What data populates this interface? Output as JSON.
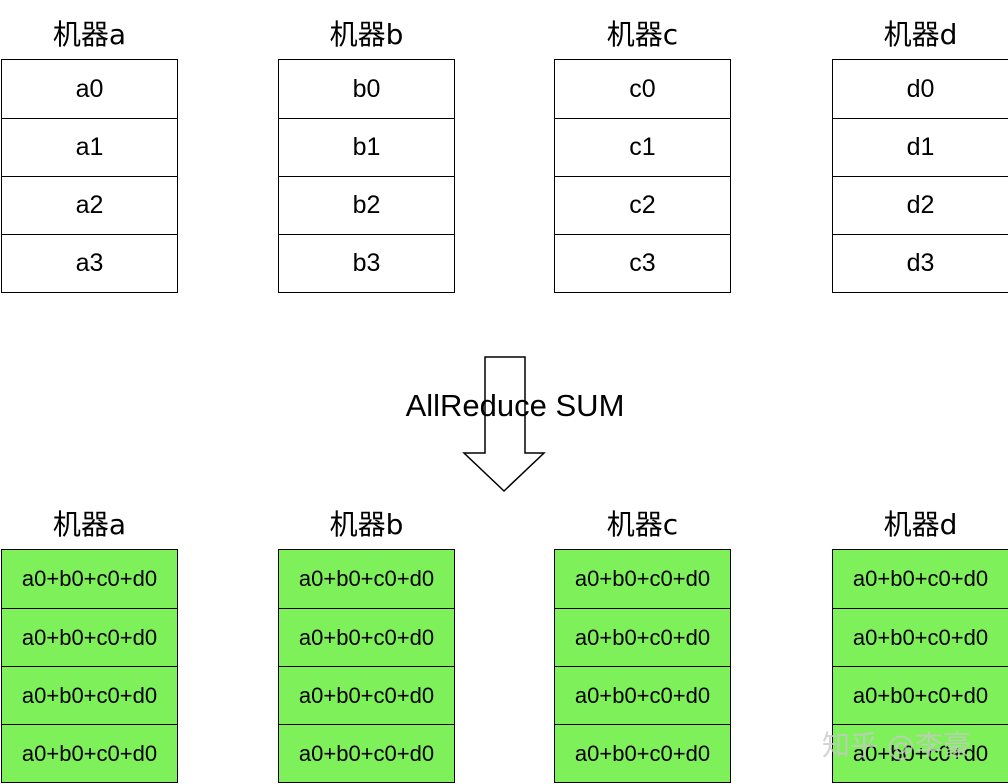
{
  "before": {
    "machines": [
      {
        "label": "机器a",
        "cells": [
          "a0",
          "a1",
          "a2",
          "a3"
        ]
      },
      {
        "label": "机器b",
        "cells": [
          "b0",
          "b1",
          "b2",
          "b3"
        ]
      },
      {
        "label": "机器c",
        "cells": [
          "c0",
          "c1",
          "c2",
          "c3"
        ]
      },
      {
        "label": "机器d",
        "cells": [
          "d0",
          "d1",
          "d2",
          "d3"
        ]
      }
    ]
  },
  "operation": {
    "label": "AllReduce SUM"
  },
  "after": {
    "machines": [
      {
        "label": "机器a",
        "cells": [
          "a0+b0+c0+d0",
          "a0+b0+c0+d0",
          "a0+b0+c0+d0",
          "a0+b0+c0+d0"
        ]
      },
      {
        "label": "机器b",
        "cells": [
          "a0+b0+c0+d0",
          "a0+b0+c0+d0",
          "a0+b0+c0+d0",
          "a0+b0+c0+d0"
        ]
      },
      {
        "label": "机器c",
        "cells": [
          "a0+b0+c0+d0",
          "a0+b0+c0+d0",
          "a0+b0+c0+d0",
          "a0+b0+c0+d0"
        ]
      },
      {
        "label": "机器d",
        "cells": [
          "a0+b0+c0+d0",
          "a0+b0+c0+d0",
          "a0+b0+c0+d0",
          "a0+b0+c0+d0"
        ]
      }
    ]
  },
  "colors": {
    "result_fill": "#7ef05a",
    "border": "#000000"
  },
  "watermark": "知乎 @李豪"
}
